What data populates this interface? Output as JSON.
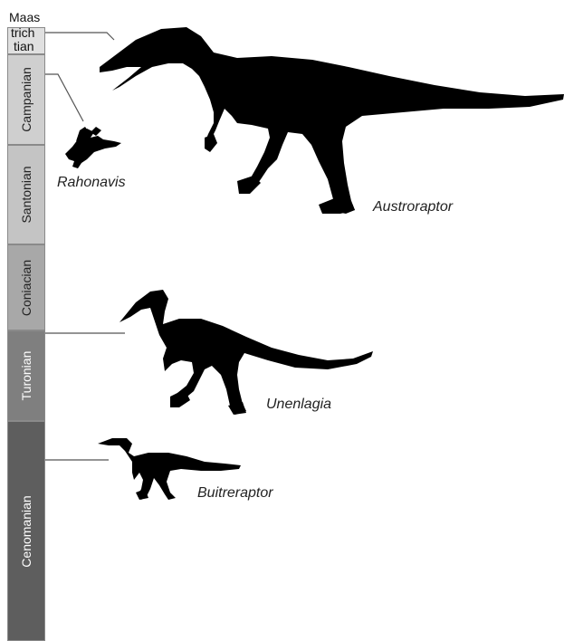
{
  "timescale": {
    "stages": [
      {
        "id": "maastrichtian",
        "lines": [
          "Maas",
          "trich",
          "tian"
        ]
      },
      {
        "id": "campanian",
        "label": "Campanian"
      },
      {
        "id": "santonian",
        "label": "Santonian"
      },
      {
        "id": "coniacian",
        "label": "Coniacian"
      },
      {
        "id": "turonian",
        "label": "Turonian"
      },
      {
        "id": "cenomanian",
        "label": "Cenomanian"
      }
    ]
  },
  "taxa": {
    "austroraptor": "Austroraptor",
    "rahonavis": "Rahonavis",
    "unenlagia": "Unenlagia",
    "buitreraptor": "Buitreraptor"
  },
  "colors": {
    "silhouette": "#000000",
    "maastrichtian": "#e0e0e0",
    "campanian": "#cfcfcf",
    "santonian": "#c4c4c4",
    "coniacian": "#a8a8a8",
    "turonian": "#7f7f7f",
    "cenomanian": "#5e5e5e"
  }
}
